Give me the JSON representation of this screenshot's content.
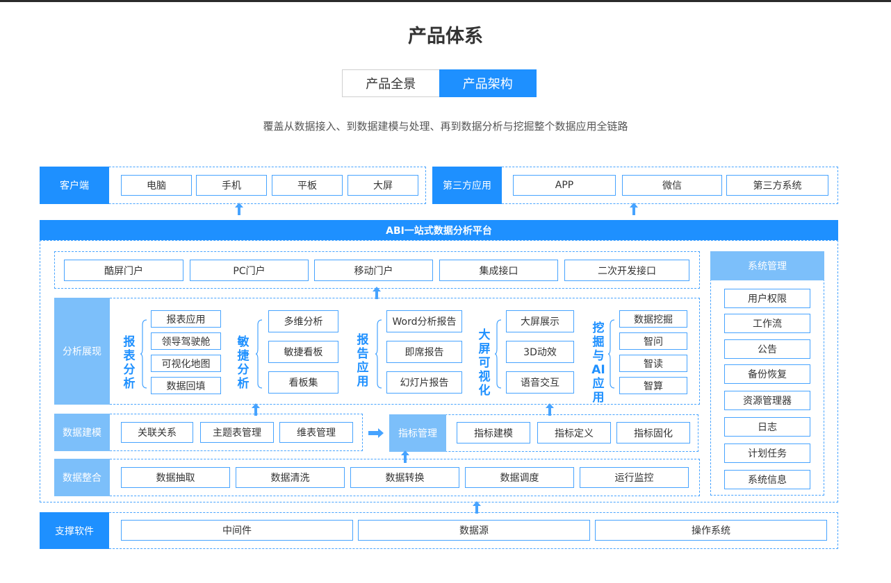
{
  "header": {
    "title": "产品体系",
    "tabs": [
      {
        "label": "产品全景",
        "active": false
      },
      {
        "label": "产品架构",
        "active": true
      }
    ],
    "subtitle": "覆盖从数据接入、到数据建模与处理、再到数据分析与挖掘整个数据应用全链路"
  },
  "colors": {
    "accent": "#1e90ff",
    "light": "#7cbffa",
    "border": "#46a3ff"
  },
  "client": {
    "label": "客户端",
    "items": [
      "电脑",
      "手机",
      "平板",
      "大屏"
    ]
  },
  "third_party": {
    "label": "第三方应用",
    "items": [
      "APP",
      "微信",
      "第三方系统"
    ]
  },
  "platform": {
    "label": "ABI一站式数据分析平台"
  },
  "portals": [
    "酷屏门户",
    "PC门户",
    "移动门户",
    "集成接口",
    "二次开发接口"
  ],
  "analysis": {
    "label": "分析展现",
    "groups": [
      {
        "title": "报表分析",
        "items": [
          "报表应用",
          "领导驾驶舱",
          "可视化地图",
          "数据回填"
        ]
      },
      {
        "title": "敏捷分析",
        "items": [
          "多维分析",
          "敏捷看板",
          "看板集"
        ]
      },
      {
        "title": "报告应用",
        "items": [
          "Word分析报告",
          "即席报告",
          "幻灯片报告"
        ]
      },
      {
        "title": "大屏可视化",
        "items": [
          "大屏展示",
          "3D动效",
          "语音交互"
        ]
      },
      {
        "title": "挖掘与AI应用",
        "items": [
          "数据挖掘",
          "智问",
          "智读",
          "智算"
        ]
      }
    ]
  },
  "modeling": {
    "label": "数据建模",
    "items": [
      "关联关系",
      "主题表管理",
      "维表管理"
    ]
  },
  "metrics": {
    "label": "指标管理",
    "items": [
      "指标建模",
      "指标定义",
      "指标固化"
    ]
  },
  "integration": {
    "label": "数据整合",
    "items": [
      "数据抽取",
      "数据清洗",
      "数据转换",
      "数据调度",
      "运行监控"
    ]
  },
  "system": {
    "label": "系统管理",
    "items": [
      "用户权限",
      "工作流",
      "公告",
      "备份恢复",
      "资源管理器",
      "日志",
      "计划任务",
      "系统信息"
    ]
  },
  "support": {
    "label": "支撑软件",
    "items": [
      "中间件",
      "数据源",
      "操作系统"
    ]
  }
}
